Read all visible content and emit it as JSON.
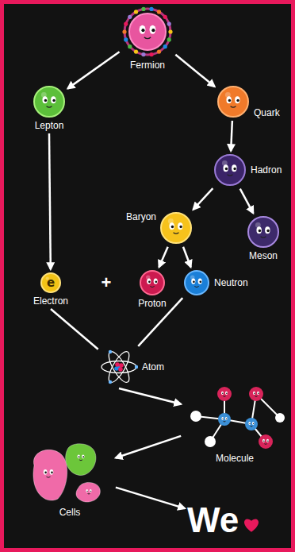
{
  "diagram": {
    "nodes": [
      {
        "text": [
          "Fermion"
        ]
      },
      {
        "text": [
          "Lepton"
        ]
      },
      {
        "text": [
          "Quark"
        ]
      },
      {
        "text": [
          "Hadron"
        ]
      },
      {
        "text": [
          "Baryon"
        ]
      },
      {
        "text": [
          "Meson"
        ]
      },
      {
        "text": [
          "e",
          "Electron"
        ]
      },
      {
        "text": [
          "Proton"
        ]
      },
      {
        "text": [
          "Neutron"
        ]
      },
      {
        "text": [
          "Atom"
        ]
      },
      {
        "text": [
          "Molecule"
        ]
      },
      {
        "text": [
          "Cells"
        ]
      },
      {
        "text": [
          "We"
        ]
      }
    ],
    "edges": [
      {
        "from": 0,
        "to": 1,
        "arrow": "to"
      },
      {
        "from": 0,
        "to": 2,
        "arrow": "to"
      },
      {
        "from": 1,
        "to": 6,
        "arrow": "to"
      },
      {
        "from": 2,
        "to": 3,
        "arrow": "to"
      },
      {
        "from": 3,
        "to": 4,
        "arrow": "to"
      },
      {
        "from": 3,
        "to": 5,
        "arrow": "to"
      },
      {
        "from": 4,
        "to": 7,
        "arrow": "to"
      },
      {
        "from": 4,
        "to": 8,
        "arrow": "to"
      },
      {
        "from": 6,
        "to": 9,
        "arrow": "none"
      },
      {
        "from": 8,
        "to": 9,
        "arrow": "none"
      },
      {
        "from": 9,
        "to": 10,
        "arrow": "to"
      },
      {
        "from": 10,
        "to": 11,
        "arrow": "to"
      },
      {
        "from": 11,
        "to": 12,
        "arrow": "to"
      }
    ],
    "labels": [
      "+"
    ]
  }
}
